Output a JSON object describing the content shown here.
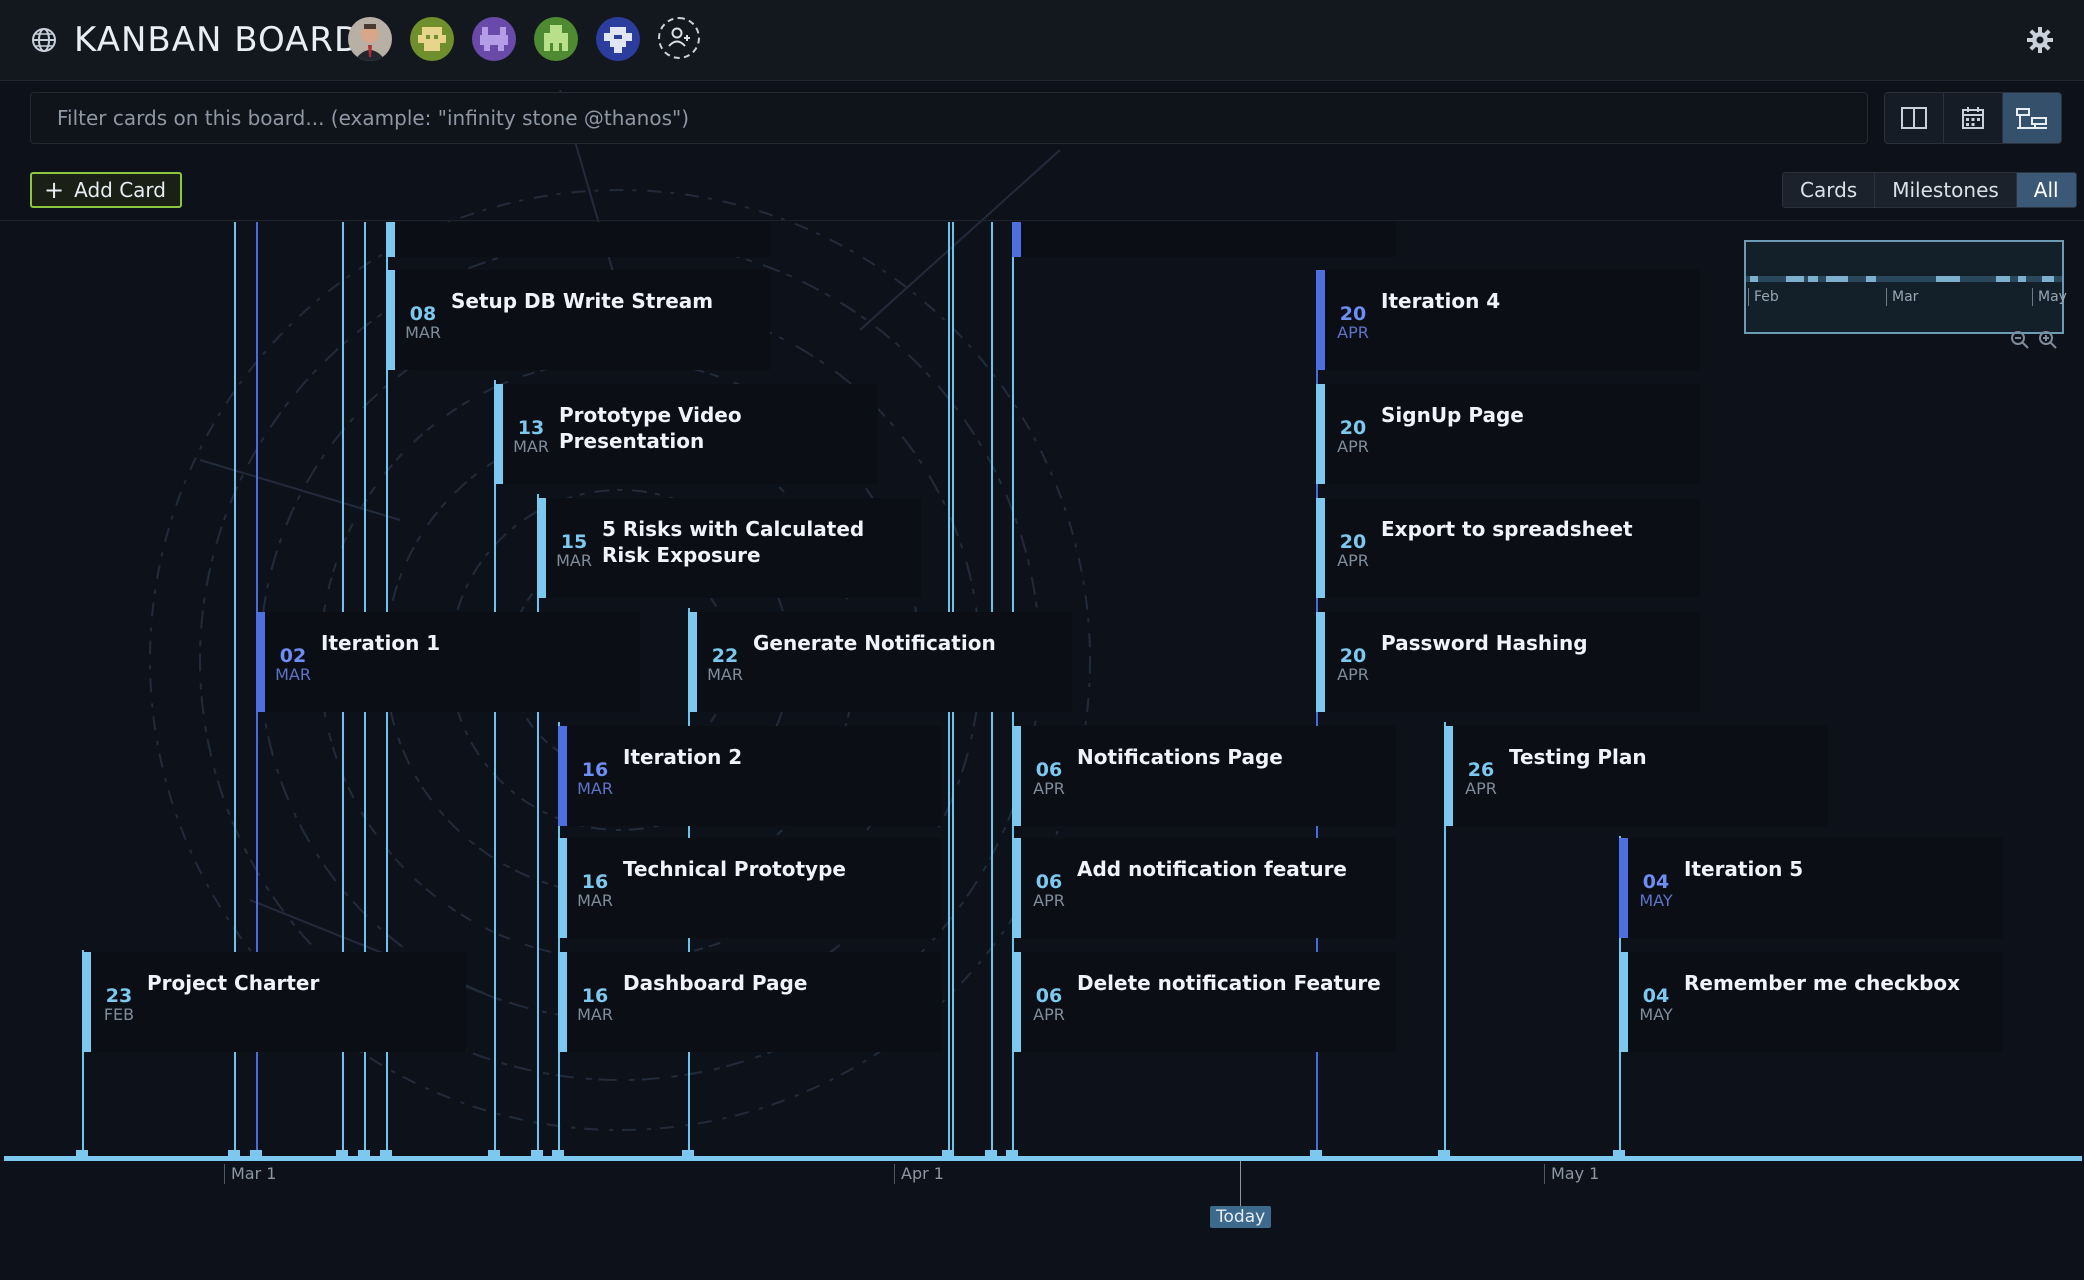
{
  "header": {
    "title": "KANBAN BOARD",
    "avatars": [
      "member-avatar-1",
      "member-avatar-2",
      "member-avatar-3",
      "member-avatar-4",
      "member-avatar-5"
    ],
    "add_member_icon": "add-member-icon",
    "settings_icon": "gear-icon"
  },
  "filter": {
    "placeholder": "Filter cards on this board... (example: \"infinity stone @thanos\")",
    "value": ""
  },
  "view_modes": [
    "board-view-icon",
    "calendar-view-icon",
    "timeline-view-icon"
  ],
  "view_mode_selected": "timeline-view-icon",
  "toolbar": {
    "add_card_label": "Add Card",
    "filter_tabs": [
      "Cards",
      "Milestones",
      "All"
    ],
    "filter_selected": "All"
  },
  "colors": {
    "card_accent": "#7cc8ee",
    "milestone_accent": "#4d6fe0",
    "today_badge": "#3d6a8c",
    "add_card_border": "#8ec63f"
  },
  "cards": [
    {
      "title": "Setup DB Write Stream",
      "day": "08",
      "month": "MAR",
      "kind": "card"
    },
    {
      "title": "Prototype Video Presentation",
      "day": "13",
      "month": "MAR",
      "kind": "card"
    },
    {
      "title": "5 Risks with Calculated Risk Exposure",
      "day": "15",
      "month": "MAR",
      "kind": "card"
    },
    {
      "title": "Iteration 1",
      "day": "02",
      "month": "MAR",
      "kind": "milestone"
    },
    {
      "title": "Generate Notification",
      "day": "22",
      "month": "MAR",
      "kind": "card"
    },
    {
      "title": "Iteration 2",
      "day": "16",
      "month": "MAR",
      "kind": "milestone"
    },
    {
      "title": "Technical Prototype",
      "day": "16",
      "month": "MAR",
      "kind": "card"
    },
    {
      "title": "Dashboard Page",
      "day": "16",
      "month": "MAR",
      "kind": "card"
    },
    {
      "title": "Project Charter",
      "day": "23",
      "month": "FEB",
      "kind": "card"
    },
    {
      "title": "Notifications Page",
      "day": "06",
      "month": "APR",
      "kind": "card"
    },
    {
      "title": "Add notification feature",
      "day": "06",
      "month": "APR",
      "kind": "card"
    },
    {
      "title": "Delete notification Feature",
      "day": "06",
      "month": "APR",
      "kind": "card"
    },
    {
      "title": "Iteration 4",
      "day": "20",
      "month": "APR",
      "kind": "milestone"
    },
    {
      "title": "SignUp Page",
      "day": "20",
      "month": "APR",
      "kind": "card"
    },
    {
      "title": "Export to spreadsheet",
      "day": "20",
      "month": "APR",
      "kind": "card"
    },
    {
      "title": "Password Hashing",
      "day": "20",
      "month": "APR",
      "kind": "card"
    },
    {
      "title": "Testing Plan",
      "day": "26",
      "month": "APR",
      "kind": "card"
    },
    {
      "title": "Iteration 5",
      "day": "04",
      "month": "MAY",
      "kind": "milestone"
    },
    {
      "title": "Remember me checkbox",
      "day": "04",
      "month": "MAY",
      "kind": "card"
    }
  ],
  "axis": {
    "labels": [
      "Mar 1",
      "Apr 1",
      "May 1"
    ],
    "today_label": "Today"
  },
  "minimap": {
    "labels": [
      "Feb",
      "Mar",
      "May"
    ],
    "zoom_icons": [
      "zoom-out-icon",
      "zoom-in-icon"
    ]
  }
}
